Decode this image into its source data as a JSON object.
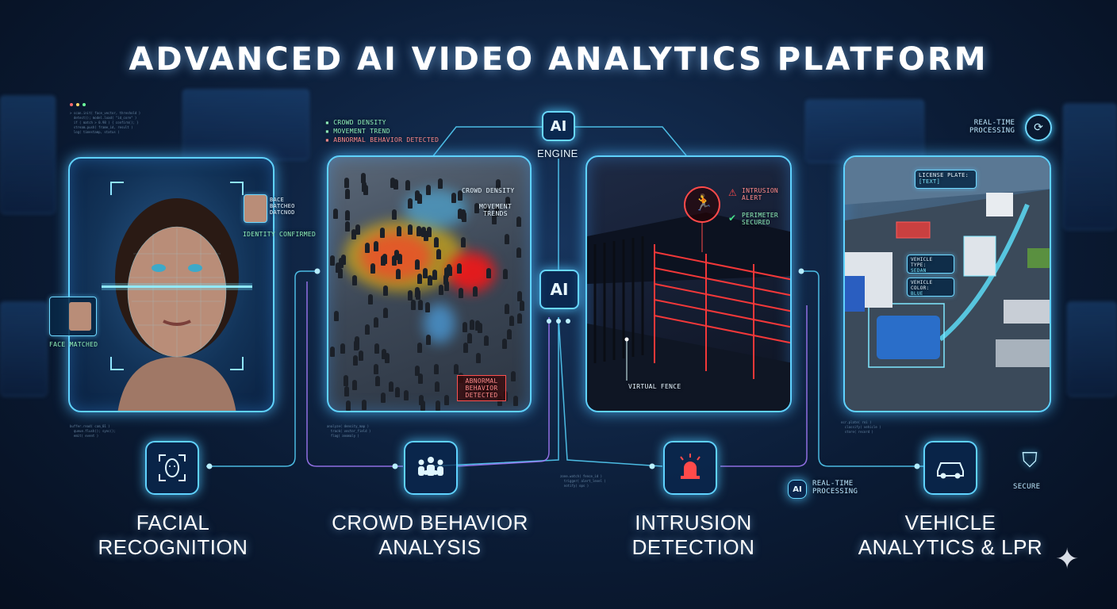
{
  "title": "ADVANCED AI VIDEO ANALYTICS PLATFORM",
  "engine": {
    "chip_label": "AI",
    "label": "ENGINE",
    "hub_chip_label": "AI"
  },
  "legend": {
    "crowd_density": "CROWD DENSITY",
    "movement_trend": "MOVEMENT TREND",
    "abnormal_behavior": "ABNORMAL BEHAVIOR DETECTED"
  },
  "facial": {
    "match_badge": [
      "BACE",
      "BATCHEO",
      "DATCNOD"
    ],
    "identity_confirmed": "IDENTITY CONFIRMED",
    "face_matched": "FACE MATCHED",
    "caption_line1": "FACIAL",
    "caption_line2": "RECOGNITION",
    "icon": "face-scan-icon"
  },
  "crowd": {
    "density_label": "CROWD DENSITY",
    "trends_line1": "MOVEMENT",
    "trends_line2": "TRENDS",
    "abnormal_line1": "ABNORMAL",
    "abnormal_line2": "BEHAVIOR",
    "abnormal_line3": "DETECTED",
    "caption_line1": "CROWD BEHAVIOR",
    "caption_line2": "ANALYSIS",
    "icon": "crowd-icon"
  },
  "intrusion": {
    "alert_line1": "INTRUSION",
    "alert_line2": "ALERT",
    "secured_line1": "PERIMETER",
    "secured_line2": "SECURED",
    "virtual_fence": "VIRTUAL FENCE",
    "caption_line1": "INTRUSION",
    "caption_line2": "DETECTION",
    "icon": "alarm-icon"
  },
  "vehicle": {
    "plate_line1": "LICENSE PLATE:",
    "plate_line2": "[TEXT]",
    "type_line1": "VEHICLE TYPE:",
    "type_line2": "SEDAN",
    "color_line1": "VEHICLE COLOR:",
    "color_line2": "BLUE",
    "caption_line1": "VEHICLE",
    "caption_line2": "ANALYTICS & LPR",
    "icon": "car-icon"
  },
  "realtime_top": {
    "line1": "REAL-TIME",
    "line2": "PROCESSING"
  },
  "realtime_bottom": {
    "chip": "AI",
    "line1": "REAL-TIME",
    "line2": "PROCESSING"
  },
  "secure": {
    "label": "SECURE"
  },
  "colors": {
    "accent": "#5fd2ff",
    "alert": "#ff4a4a",
    "secure": "#45e08a",
    "purple": "#a77dff"
  }
}
